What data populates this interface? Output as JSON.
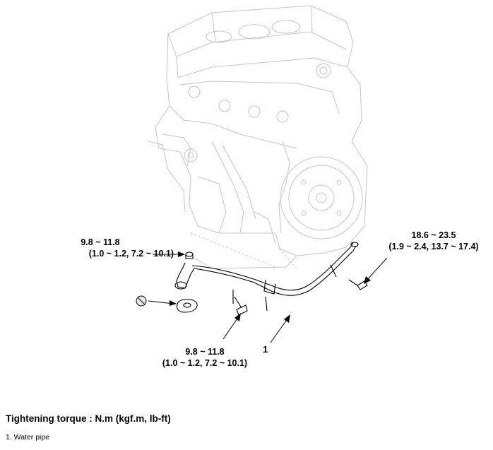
{
  "callouts": {
    "top_left": {
      "line1": "9.8 ~ 11.8",
      "line2": "(1.0 ~ 1.2, 7.2 ~ 10.1)"
    },
    "top_right": {
      "line1": "18.6 ~ 23.5",
      "line2": "(1.9 ~ 2.4, 13.7 ~ 17.4)"
    },
    "bottom": {
      "line1": "9.8 ~ 11.8",
      "line2": "(1.0 ~ 1.2, 7.2 ~ 10.1)"
    },
    "part_number": "1"
  },
  "torque_title": "Tightening torque : N.m (kgf.m, lb-ft)",
  "legend": [
    "1. Water pipe"
  ]
}
